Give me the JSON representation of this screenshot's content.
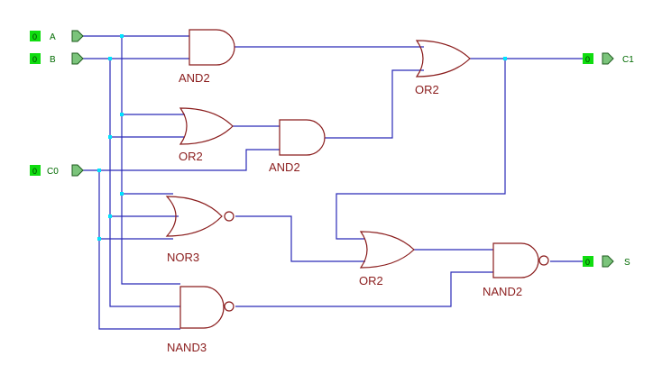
{
  "inputs": {
    "A": {
      "label": "A",
      "value": "0"
    },
    "B": {
      "label": "B",
      "value": "0"
    },
    "C0": {
      "label": "C0",
      "value": "0"
    }
  },
  "outputs": {
    "C1": {
      "label": "C1",
      "value": "0"
    },
    "S": {
      "label": "S",
      "value": "0"
    }
  },
  "gates": {
    "and2_top": "AND2",
    "or2_top": "OR2",
    "or2_mid": "OR2",
    "and2_mid": "AND2",
    "nor3": "NOR3",
    "or2_bottom": "OR2",
    "nand2": "NAND2",
    "nand3": "NAND3"
  },
  "colors": {
    "wire": "#2a2ab8",
    "gate": "#8a1c1c",
    "pin_label": "#006a00",
    "value_box": "#10dd10",
    "junction": "#00e5ff"
  }
}
